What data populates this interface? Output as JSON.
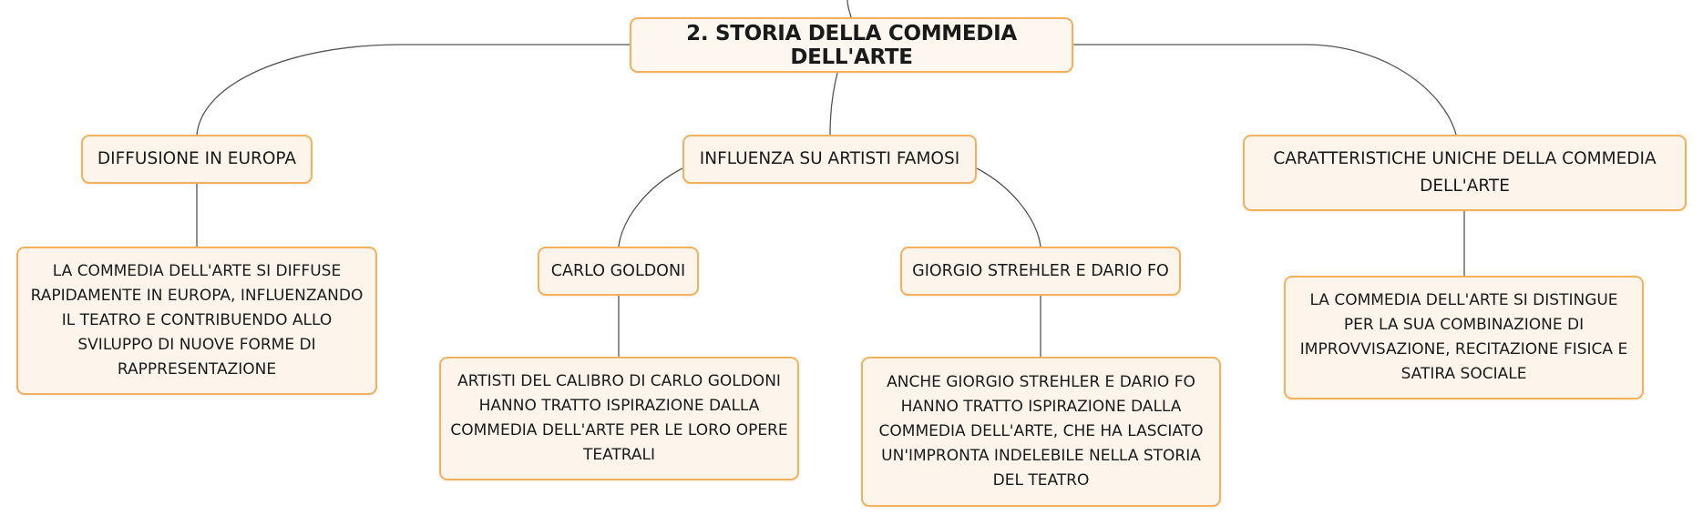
{
  "root": {
    "label": "2. STORIA DELLA COMMEDIA DELL'ARTE"
  },
  "branches": {
    "diffusione": {
      "label": "DIFFUSIONE IN EUROPA"
    },
    "influenza": {
      "label": "INFLUENZA SU ARTISTI FAMOSI"
    },
    "caratteristiche": {
      "label": "CARATTERISTICHE UNICHE DELLA COMMEDIA DELL'ARTE"
    }
  },
  "subtopics": {
    "goldoni": {
      "label": "CARLO GOLDONI"
    },
    "strehler_fo": {
      "label": "GIORGIO STREHLER E DARIO FO"
    }
  },
  "details": {
    "diffusione": "LA COMMEDIA DELL'ARTE SI DIFFUSE RAPIDAMENTE IN EUROPA, INFLUENZANDO IL TEATRO E CONTRIBUENDO ALLO SVILUPPO DI NUOVE FORME DI RAPPRESENTAZIONE",
    "goldoni": "ARTISTI DEL CALIBRO DI CARLO GOLDONI HANNO TRATTO ISPIRAZIONE DALLA COMMEDIA DELL'ARTE PER LE LORO OPERE TEATRALI",
    "strehler_fo": "ANCHE GIORGIO STREHLER E DARIO FO HANNO TRATTO ISPIRAZIONE DALLA COMMEDIA DELL'ARTE, CHE HA LASCIATO UN'IMPRONTA INDELEBILE NELLA STORIA DEL TEATRO",
    "caratteristiche": "LA COMMEDIA DELL'ARTE SI DISTINGUE PER LA SUA COMBINAZIONE DI IMPROVVISAZIONE, RECITAZIONE FISICA E SATIRA SOCIALE"
  },
  "colors": {
    "node_border": "#f3b15e",
    "node_fill": "#fdf5ec",
    "connector": "#555555"
  }
}
